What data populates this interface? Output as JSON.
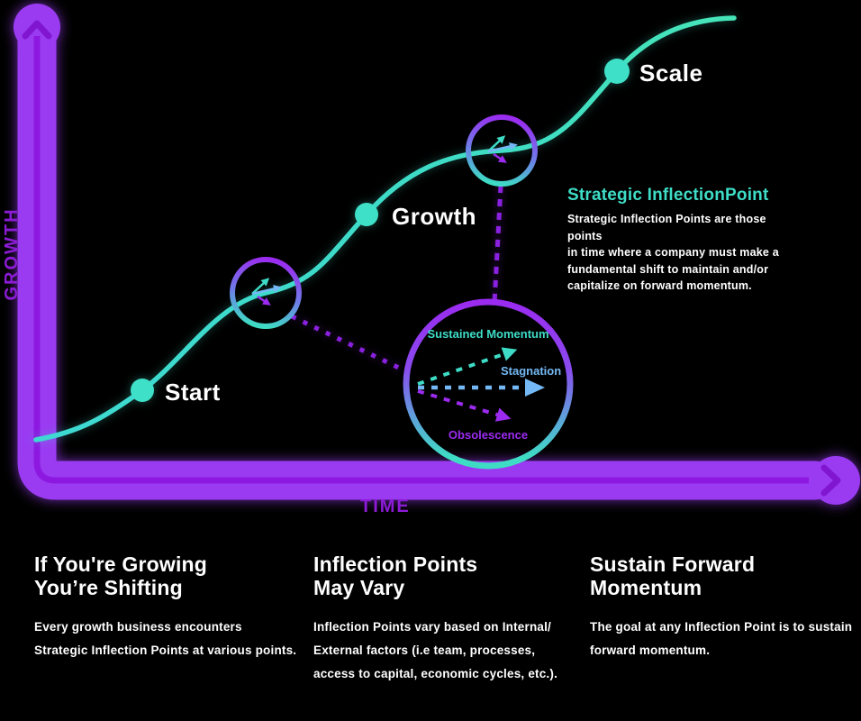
{
  "colors": {
    "background": "#000000",
    "curve_teal": "#3EDCC6",
    "accent_purple": "#9B2BF0",
    "axis_purple": "#9A3BF2",
    "axis_label_purple": "#8C1BD6",
    "stagnation_blue": "#74B9F5",
    "text_white": "#FFFFFF"
  },
  "icons": {
    "y_axis_arrow": "arrow-up",
    "x_axis_arrow": "arrow-right",
    "divergence_arrows": [
      "arrow-up-right",
      "arrow-right",
      "arrow-down-right"
    ]
  },
  "axes": {
    "y_label": "GROWTH",
    "x_label": "TIME"
  },
  "stages": {
    "start": "Start",
    "growth": "Growth",
    "scale": "Scale"
  },
  "divergence": {
    "sustained": "Sustained Momentum",
    "stagnation": "Stagnation",
    "obsolescence": "Obsolescence"
  },
  "inflection_note": {
    "title": "Strategic InflectionPoint",
    "body": "Strategic Inflection Points are those points\nin time where a company must make a\nfundamental shift to maintain and/or\ncapitalize on forward momentum."
  },
  "footnotes": [
    {
      "title": "If You're Growing\nYou’re Shifting",
      "body": "Every growth business encounters\nStrategic Inflection Points at various points."
    },
    {
      "title": "Inflection Points\nMay Vary",
      "body": "Inflection Points vary based on Internal/\nExternal factors (i.e team, processes,\naccess to capital, economic cycles, etc.)."
    },
    {
      "title": "Sustain Forward\nMomentum",
      "body": "The goal at any Inflection Point is to sustain\nforward momentum."
    }
  ]
}
